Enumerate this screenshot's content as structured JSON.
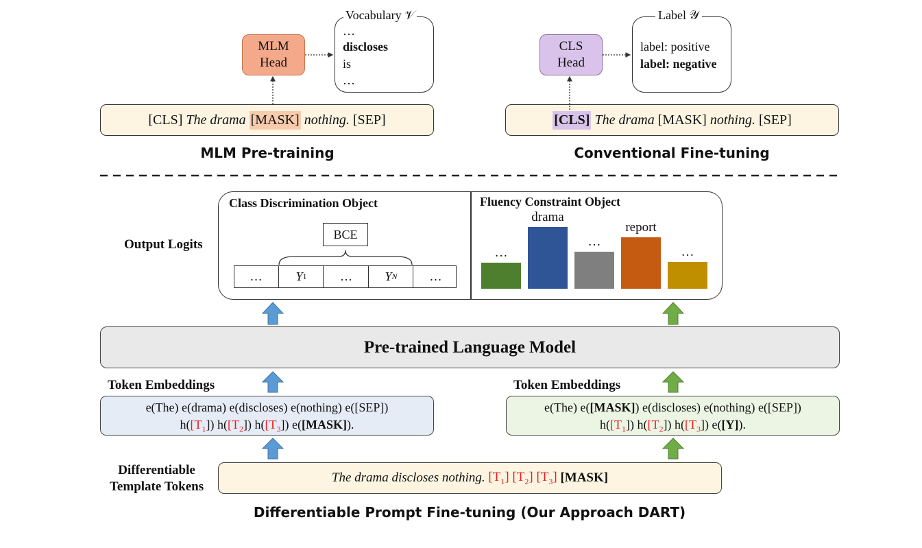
{
  "mlm": {
    "head_line1": "MLM",
    "head_line2": "Head",
    "vocab_title": "Vocabulary 𝒱",
    "vocab_items": [
      "…",
      "discloses",
      "is",
      "…"
    ],
    "sentence": {
      "cls": "[CLS]",
      "italic": "The drama",
      "mask": "[MASK]",
      "italic2": "nothing.",
      "sep": "[SEP]"
    },
    "caption": "MLM Pre-training",
    "head_color": "#f4a98a"
  },
  "conv": {
    "head_line1": "CLS",
    "head_line2": "Head",
    "label_title": "Label 𝒴",
    "label_items": [
      "label: positive",
      "label: negative"
    ],
    "sentence": {
      "cls": "[CLS]",
      "italic": "The drama",
      "mask": "[MASK]",
      "italic2": "nothing.",
      "sep": "[SEP]"
    },
    "caption": "Conventional Fine-tuning",
    "head_color": "#d9c3ea"
  },
  "output": {
    "row_label": "Output Logits",
    "class_title": "Class Discrimination Object",
    "bce": "BCE",
    "cells": [
      "…",
      "Y",
      "…",
      "Y",
      "…"
    ],
    "cell_subscripts": [
      "",
      "1",
      "",
      "N",
      ""
    ],
    "fluency_title": "Fluency Constraint Object",
    "bars": [
      {
        "label": "…",
        "value": 0.38,
        "color": "#4e7f2f"
      },
      {
        "label": "drama",
        "value": 0.9,
        "color": "#2f5597"
      },
      {
        "label": "…",
        "value": 0.54,
        "color": "#7f7f7f"
      },
      {
        "label": "report",
        "value": 0.75,
        "color": "#c55a11"
      },
      {
        "label": "…",
        "value": 0.39,
        "color": "#bf8f00"
      }
    ]
  },
  "plm": {
    "title": "Pre-trained Language Model"
  },
  "left_emb": {
    "label": "Token Embeddings",
    "line1": "e(The) e(drama) e(discloses) e(nothing) e([SEP])",
    "l2_h": "h(",
    "l2_t1": "[T",
    "l2_s1": "1",
    "l2_mid": "]) h(",
    "l2_t2": "[T",
    "l2_s2": "2",
    "l2_mid2": "]) h(",
    "l2_t3": "[T",
    "l2_s3": "3",
    "l2_end": "]) e(",
    "l2_bold": "[MASK]",
    "l2_close": ").",
    "bg": "#e6ecf6"
  },
  "right_emb": {
    "label": "Token Embeddings",
    "line1_a": "e(The) e(",
    "line1_bold": "[MASK]",
    "line1_b": ") e(discloses) e(nothing) e([SEP])",
    "l2_h": "h(",
    "l2_t1": "[T",
    "l2_s1": "1",
    "l2_mid": "]) h(",
    "l2_t2": "[T",
    "l2_s2": "2",
    "l2_mid2": "]) h(",
    "l2_t3": "[T",
    "l2_s3": "3",
    "l2_end": "]) e(",
    "l2_bold": "[Y]",
    "l2_close": ").",
    "bg": "#ecf4e4"
  },
  "template": {
    "label_line1": "Differentiable",
    "label_line2": "Template Tokens",
    "sentence": "The drama discloses nothing.",
    "t1": "[T",
    "s1": "1",
    "t2": "[T",
    "s2": "2",
    "t3": "[T",
    "s3": "3",
    "close": "]",
    "mask": "[MASK]"
  },
  "caption_bottom": "Differentiable Prompt Fine-tuning (Our Approach DART)",
  "arrow_blue": "#5b9bd5",
  "arrow_green": "#70ad47"
}
